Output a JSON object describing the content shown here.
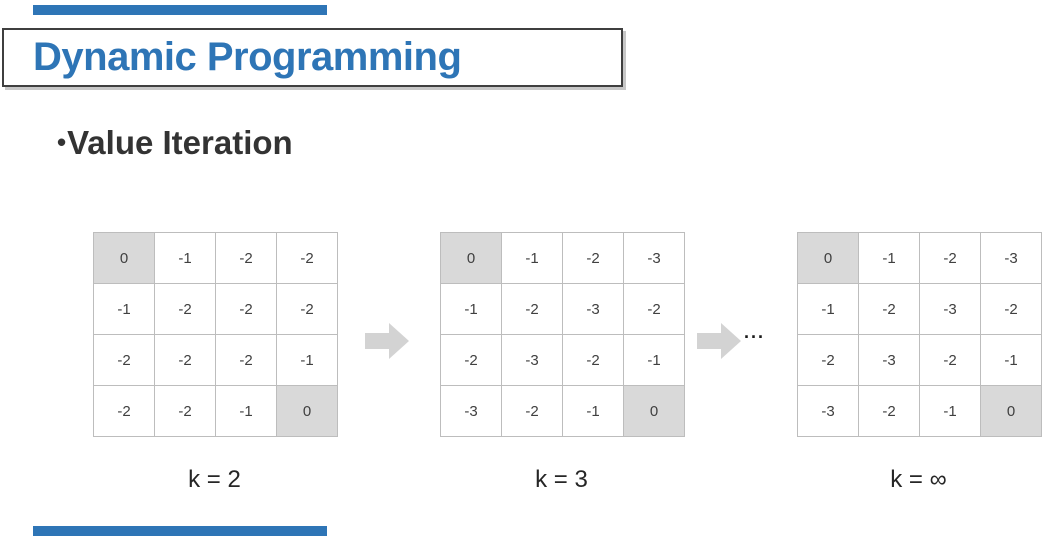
{
  "slide": {
    "title": "Dynamic Programming",
    "heading_bullet": "•",
    "heading": "Value Iteration",
    "ellipsis": "...",
    "colors": {
      "title_blue": "#2e75b6",
      "accent_bar_blue": "#2e75b6",
      "title_box_border": "#3f3f3f",
      "grid_border": "#bdbdbd",
      "shaded_cell_gray": "#d9d9d9",
      "arrow_gray": "#d3d3d3",
      "cell_text": "#404040",
      "heading_text": "#333333"
    },
    "grids": [
      {
        "label": "k = 2",
        "rows": [
          [
            "0",
            "-1",
            "-2",
            "-2"
          ],
          [
            "-1",
            "-2",
            "-2",
            "-2"
          ],
          [
            "-2",
            "-2",
            "-2",
            "-1"
          ],
          [
            "-2",
            "-2",
            "-1",
            "0"
          ]
        ],
        "shaded": [
          [
            0,
            0
          ],
          [
            3,
            3
          ]
        ]
      },
      {
        "label": "k = 3",
        "rows": [
          [
            "0",
            "-1",
            "-2",
            "-3"
          ],
          [
            "-1",
            "-2",
            "-3",
            "-2"
          ],
          [
            "-2",
            "-3",
            "-2",
            "-1"
          ],
          [
            "-3",
            "-2",
            "-1",
            "0"
          ]
        ],
        "shaded": [
          [
            0,
            0
          ],
          [
            3,
            3
          ]
        ]
      },
      {
        "label": "k = ∞",
        "rows": [
          [
            "0",
            "-1",
            "-2",
            "-3"
          ],
          [
            "-1",
            "-2",
            "-3",
            "-2"
          ],
          [
            "-2",
            "-3",
            "-2",
            "-1"
          ],
          [
            "-3",
            "-2",
            "-1",
            "0"
          ]
        ],
        "shaded": [
          [
            0,
            0
          ],
          [
            3,
            3
          ]
        ]
      }
    ]
  }
}
